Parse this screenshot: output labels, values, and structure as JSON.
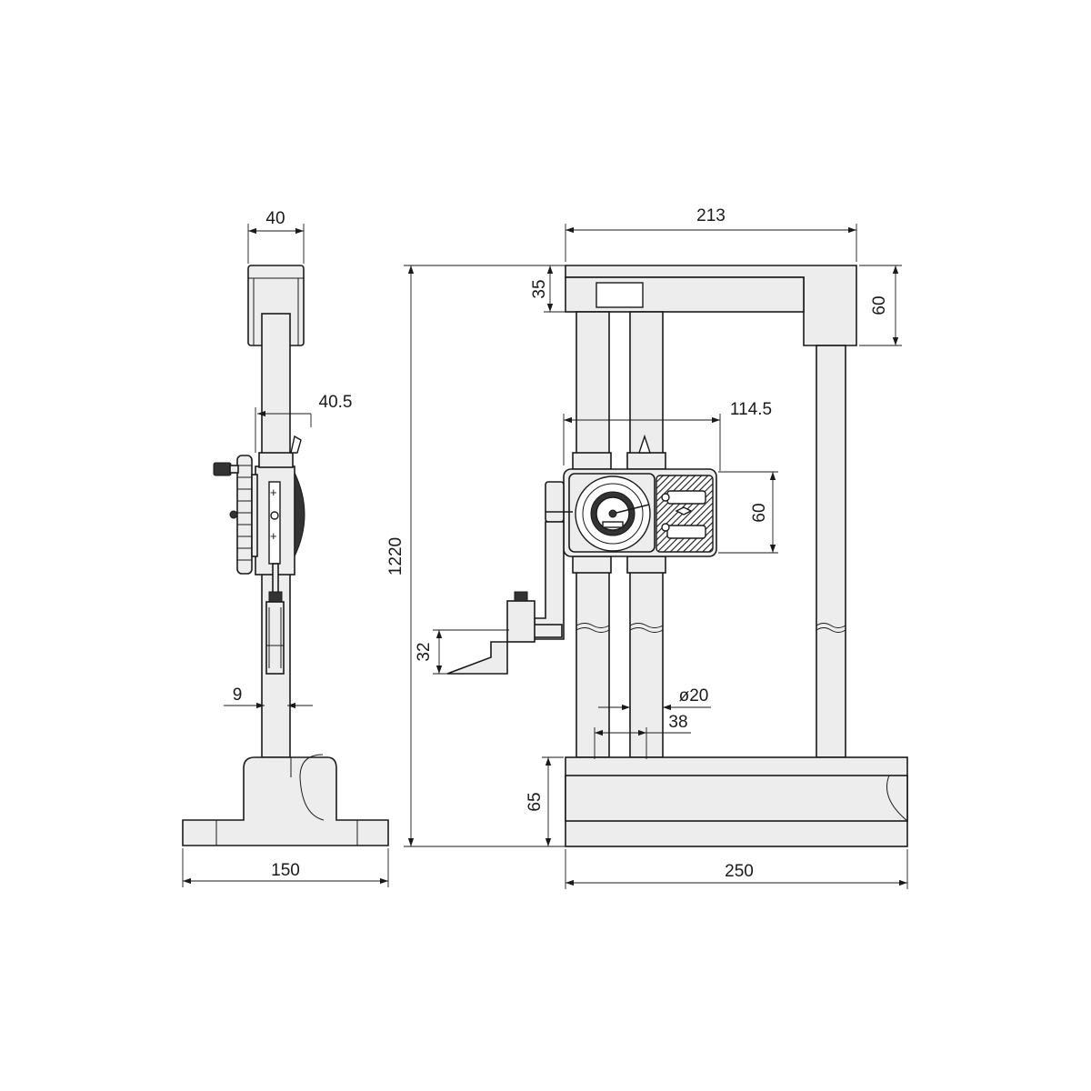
{
  "dimensions": {
    "side_top_width": "40",
    "side_offset": "40.5",
    "side_scriber": "9",
    "side_base_width": "150",
    "total_height": "1220",
    "front_top_width": "213",
    "top_thickness": "35",
    "top_height": "60",
    "slider_offset": "114.5",
    "slider_height": "60",
    "scriber_height": "32",
    "column_diameter": "ø20",
    "column_pitch": "38",
    "base_height": "65",
    "front_base_width": "250"
  }
}
